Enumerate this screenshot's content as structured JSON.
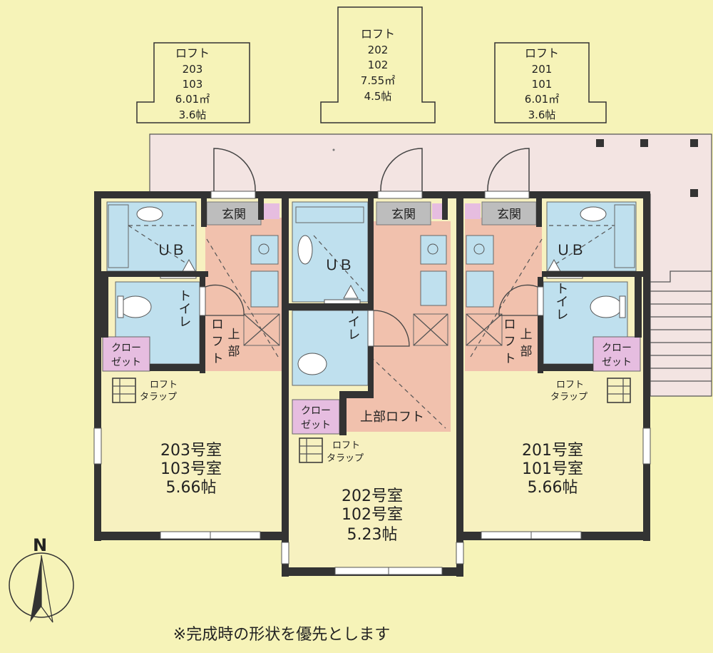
{
  "lofts": [
    {
      "label": "ロフト",
      "upper": "203",
      "lower": "103",
      "area": "6.01㎡",
      "mats": "3.6帖"
    },
    {
      "label": "ロフト",
      "upper": "202",
      "lower": "102",
      "area": "7.55㎡",
      "mats": "4.5帖"
    },
    {
      "label": "ロフト",
      "upper": "201",
      "lower": "101",
      "area": "6.01㎡",
      "mats": "3.6帖"
    }
  ],
  "units": [
    {
      "room1": "203号室",
      "room2": "103号室",
      "size": "5.66帖"
    },
    {
      "room1": "202号室",
      "room2": "102号室",
      "size": "5.23帖"
    },
    {
      "room1": "201号室",
      "room2": "101号室",
      "size": "5.66帖"
    }
  ],
  "labels": {
    "entrance": "玄関",
    "bath": "ＵＢ",
    "toilet": "トイレ",
    "closet_1": "クロー",
    "closet_2": "ゼット",
    "loft_ladder_1": "ロフト",
    "loft_ladder_2": "タラップ",
    "upper_loft": "上部ロフト",
    "upper_1": "上",
    "upper_2": "部",
    "loft_v1": "ロ",
    "loft_v2": "フ",
    "loft_v3": "ト"
  },
  "compass": {
    "north": "N"
  },
  "note": "※完成時の形状を優先とします",
  "colors": {
    "background": "#f6f3b8",
    "wet_area": "#bfe0ee",
    "kitchen": "#f1c1ad",
    "closet": "#e6bde0",
    "entrance": "#bdbdbd",
    "walkway": "#f3e4e2",
    "wall": "#333333"
  }
}
